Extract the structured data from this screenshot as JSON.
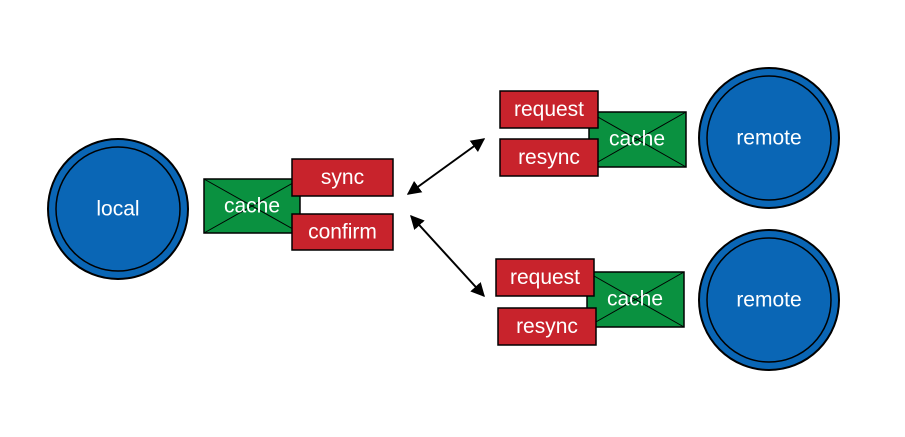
{
  "colors": {
    "node_fill": "#0a66b5",
    "cache_fill": "#0a9140",
    "message_fill": "#c8232c",
    "stroke": "#000000",
    "text": "#ffffff"
  },
  "local": {
    "node_label": "local",
    "cache_label": "cache",
    "messages": [
      "sync",
      "confirm"
    ]
  },
  "remotes": [
    {
      "node_label": "remote",
      "cache_label": "cache",
      "messages": [
        "request",
        "resync"
      ]
    },
    {
      "node_label": "remote",
      "cache_label": "cache",
      "messages": [
        "request",
        "resync"
      ]
    }
  ],
  "connections": [
    {
      "type": "bidirectional-arrow-icon",
      "between": "local-1"
    },
    {
      "type": "bidirectional-arrow-icon",
      "between": "local-2"
    }
  ]
}
